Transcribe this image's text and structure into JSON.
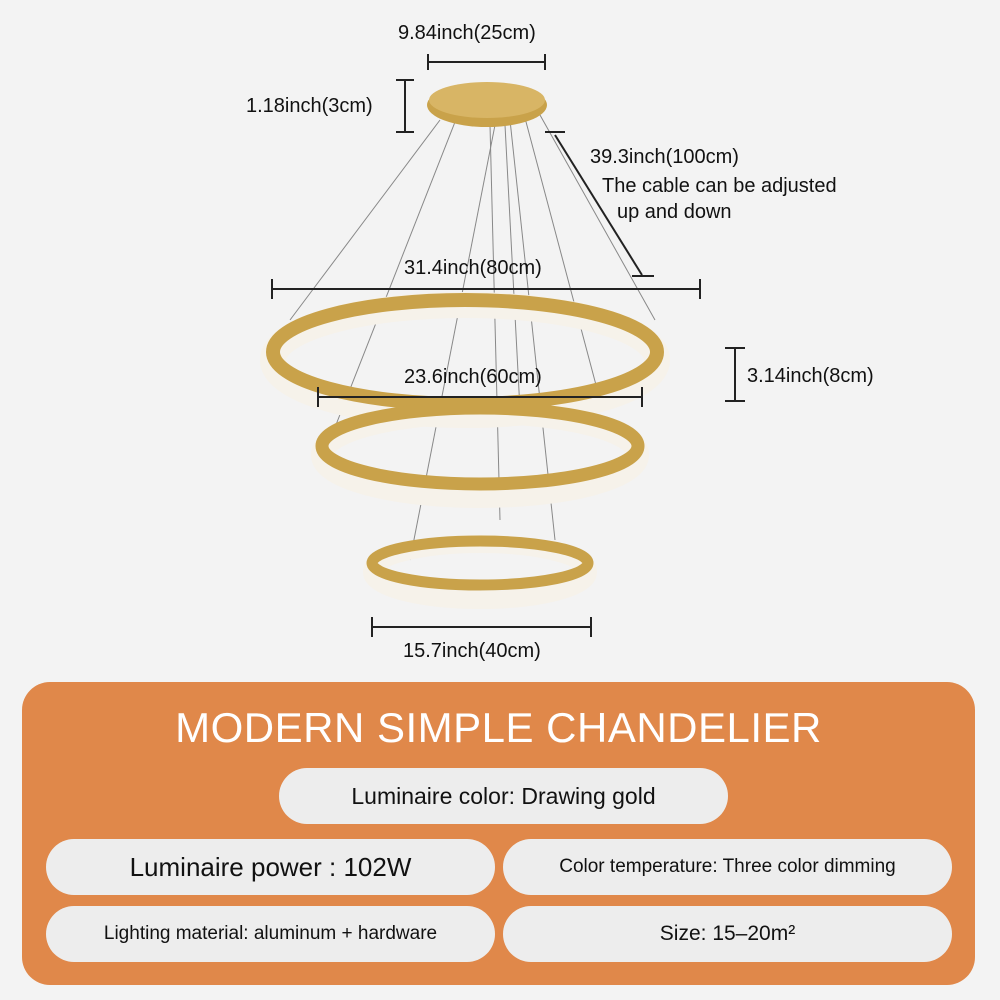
{
  "dimensions": {
    "canopy_width": "9.84inch(25cm)",
    "canopy_height": "1.18inch(3cm)",
    "cable_length": "39.3inch(100cm)",
    "cable_note_line1": "The cable can be adjusted",
    "cable_note_line2": "up and down",
    "ring_large": "31.4inch(80cm)",
    "ring_medium": "23.6inch(60cm)",
    "ring_height": "3.14inch(8cm)",
    "ring_small": "15.7inch(40cm)"
  },
  "panel": {
    "title": "MODERN SIMPLE CHANDELIER",
    "color": "Luminaire color: Drawing gold",
    "power": "Luminaire power : 102W",
    "temperature": "Color temperature: Three color dimming",
    "material": "Lighting material: aluminum + hardware",
    "size": "Size: 15–20m²"
  },
  "colors": {
    "accent": "#e0884a",
    "gold": "#c9a24a",
    "pill": "#ededed"
  }
}
